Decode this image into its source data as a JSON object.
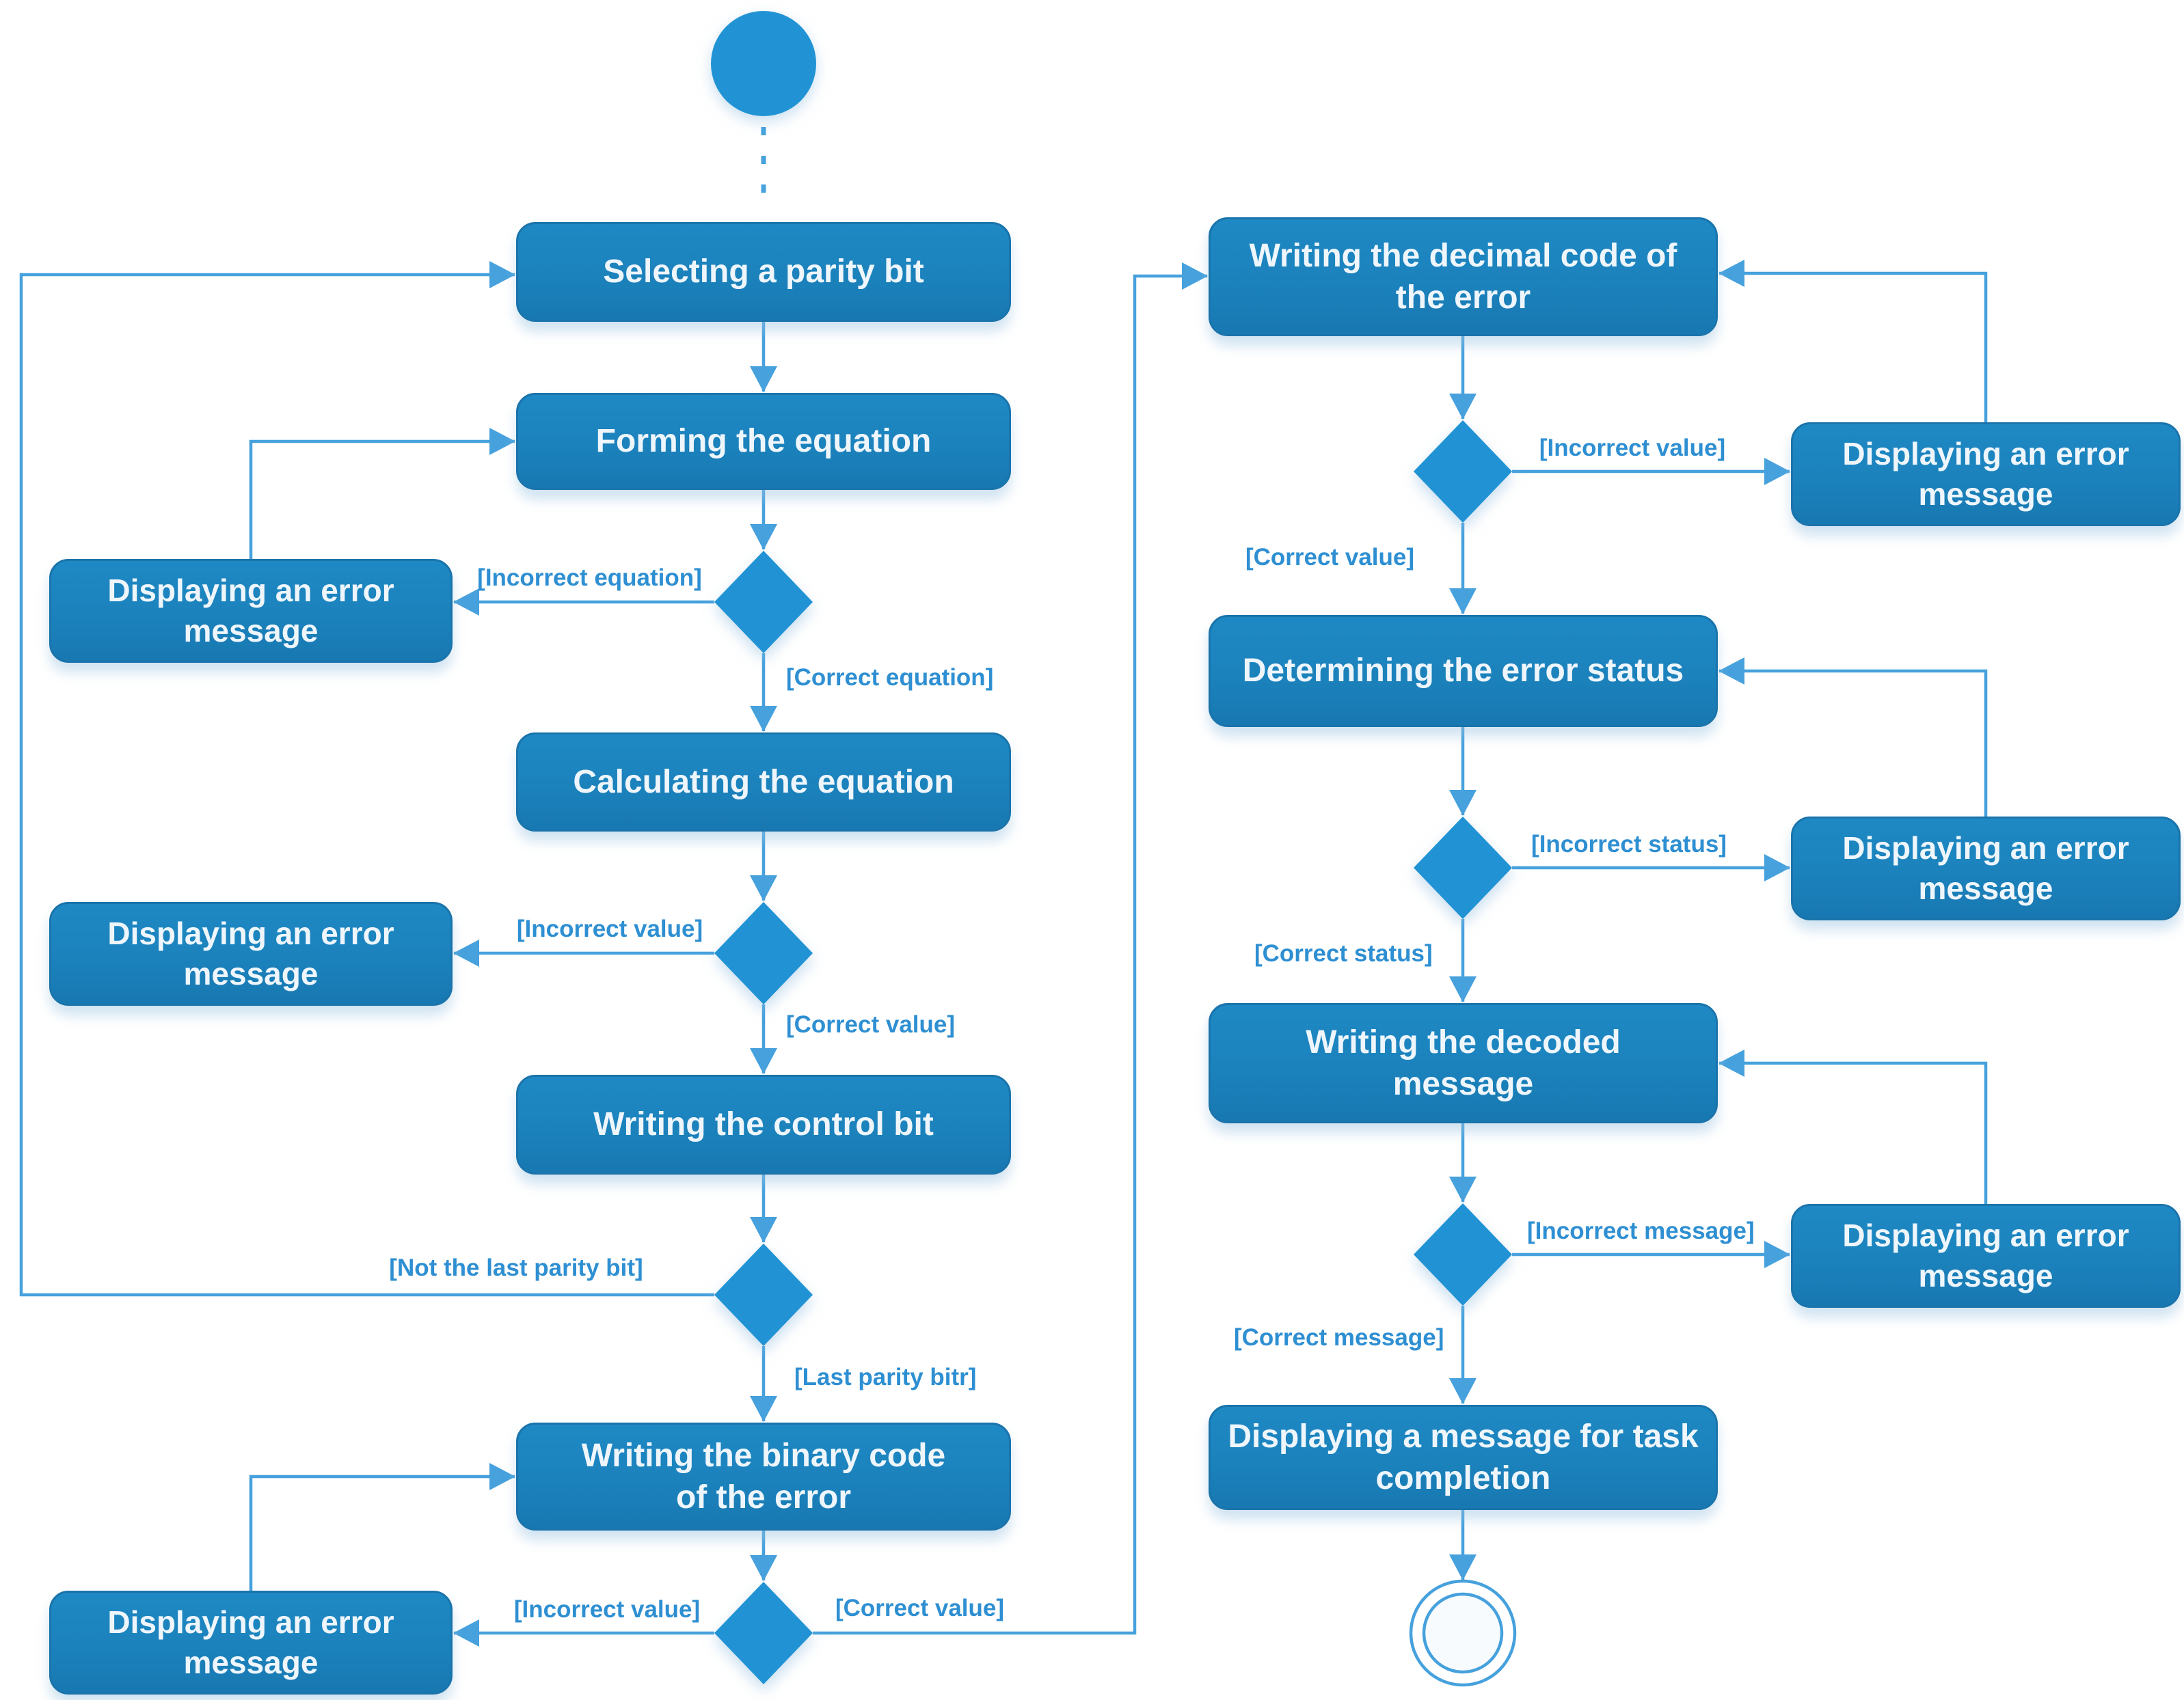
{
  "colors": {
    "activity_fill": "#1b81bb",
    "activity_border": "#1a74ab",
    "decision_fill": "#2193d5",
    "start_fill": "#2193d5",
    "edge": "#46a1dd",
    "guard_text": "#2e8fd2",
    "activity_text": "#eef6fc",
    "background": "#ffffff"
  },
  "nodes": {
    "selecting": {
      "label": "Selecting a parity bit"
    },
    "forming": {
      "label": "Forming the equation"
    },
    "error_forming": {
      "label": "Displaying an error\nmessage"
    },
    "calculating": {
      "label": "Calculating the equation"
    },
    "error_calculating": {
      "label": "Displaying an error\nmessage"
    },
    "control_bit": {
      "label": "Writing the control bit"
    },
    "binary_code": {
      "label": "Writing the binary code\nof the error"
    },
    "error_binary": {
      "label": "Displaying an error\nmessage"
    },
    "decimal_code": {
      "label": "Writing the decimal code of\nthe error"
    },
    "error_decimal": {
      "label": "Displaying an error\nmessage"
    },
    "determining": {
      "label": "Determining the error status"
    },
    "error_status": {
      "label": "Displaying an error\nmessage"
    },
    "decoded": {
      "label": "Writing the decoded\nmessage"
    },
    "error_decoded": {
      "label": "Displaying an error\nmessage"
    },
    "completion": {
      "label": "Displaying a message for task\ncompletion"
    }
  },
  "guards": {
    "incorrect_equation": "[Incorrect equation]",
    "correct_equation": "[Correct equation]",
    "incorrect_value_calc": "[Incorrect value]",
    "correct_value_calc": "[Correct value]",
    "not_last_parity_bit": "[Not the last parity bit]",
    "last_parity_bit": "[Last parity bitr]",
    "incorrect_value_binary": "[Incorrect value]",
    "correct_value_binary": "[Correct value]",
    "incorrect_value_decimal": "[Incorrect value]",
    "correct_value_decimal": "[Correct value]",
    "incorrect_status": "[Incorrect status]",
    "correct_status": "[Correct status]",
    "incorrect_message": "[Incorrect message]",
    "correct_message": "[Correct message]"
  }
}
